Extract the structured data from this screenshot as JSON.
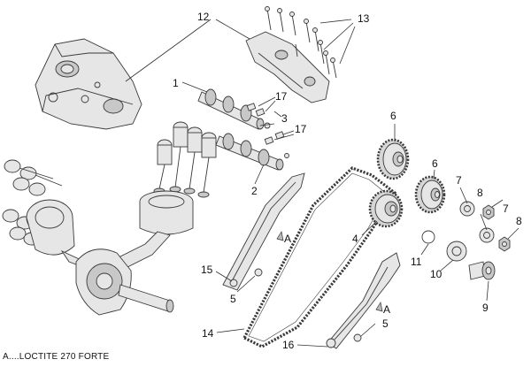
{
  "callouts": {
    "c1": "1",
    "c2": "2",
    "c3": "3",
    "c4": "4",
    "c5a": "5",
    "c5b": "5",
    "c6a": "6",
    "c6b": "6",
    "c7a": "7",
    "c7b": "7",
    "c8a": "8",
    "c8b": "8",
    "c9": "9",
    "c10": "10",
    "c11": "11",
    "c12": "12",
    "c13": "13",
    "c14": "14",
    "c15": "15",
    "c16": "16",
    "c17a": "17",
    "c17b": "17",
    "ma": "A",
    "mb": "A"
  },
  "footnote": "A....LOCTITE 270 FORTE"
}
